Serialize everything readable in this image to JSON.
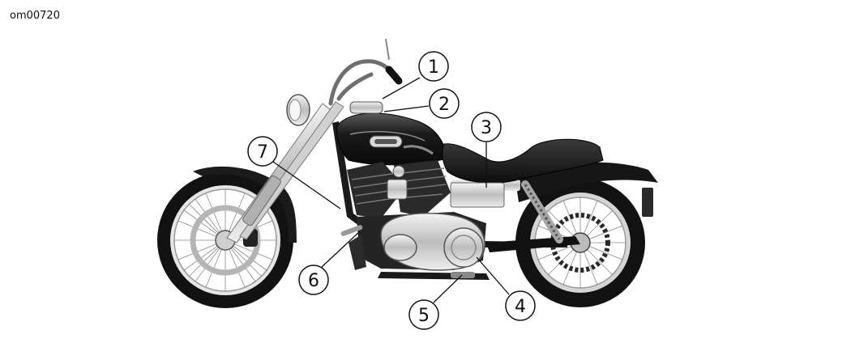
{
  "figure_id": "om00720",
  "callouts": [
    {
      "number": "1",
      "part": "handlebar-controls"
    },
    {
      "number": "2",
      "part": "instrument-console"
    },
    {
      "number": "3",
      "part": "side-cover"
    },
    {
      "number": "4",
      "part": "primary-cover"
    },
    {
      "number": "5",
      "part": "footrest"
    },
    {
      "number": "6",
      "part": "shift-lever"
    },
    {
      "number": "7",
      "part": "front-frame-area"
    }
  ]
}
